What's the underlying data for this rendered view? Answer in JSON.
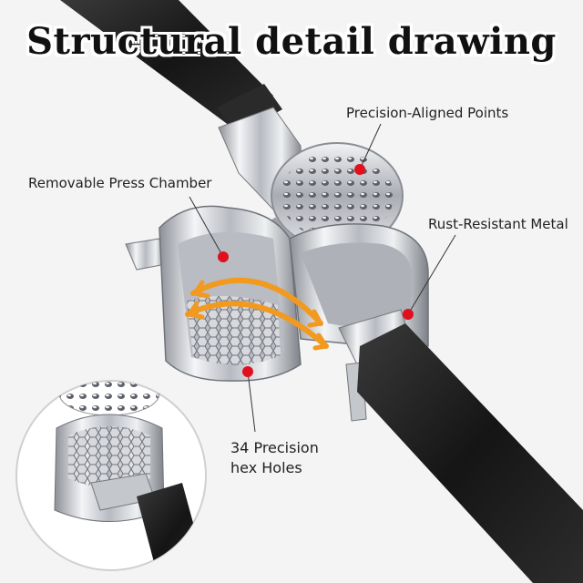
{
  "title": "Structural detail drawing",
  "callouts": {
    "precision_aligned_points": "Precision-Aligned Points",
    "removable_press_chamber": "Removable Press Chamber",
    "rust_resistant_metal": "Rust-Resistant Metal",
    "hex_holes_line1": "34 Precision",
    "hex_holes_line2": "hex Holes"
  },
  "colors": {
    "marker_red": "#e0101e",
    "arrow_orange": "#f29a1f",
    "handle_black": "#1c1c1c",
    "chrome": "#c9ccd1",
    "background": "#f4f4f5"
  }
}
